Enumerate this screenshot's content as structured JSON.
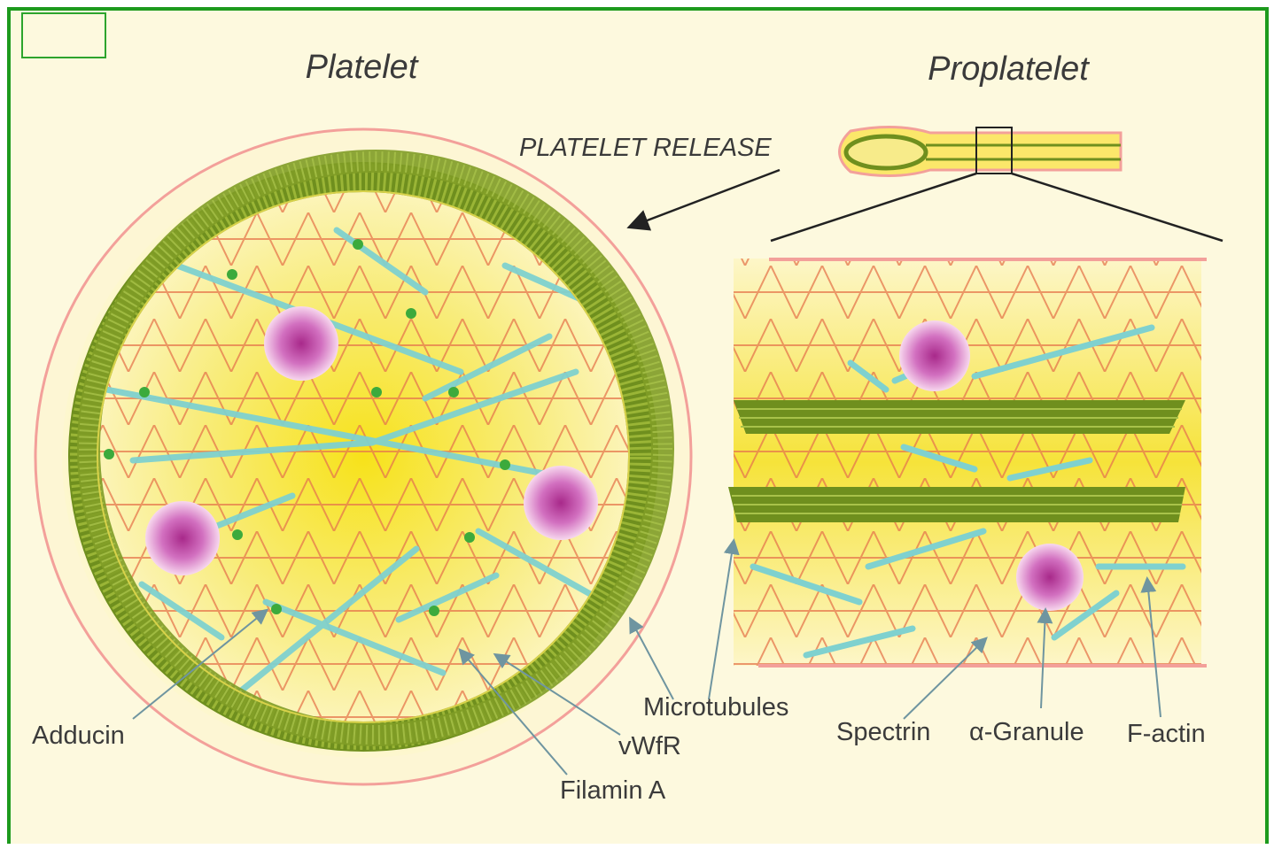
{
  "titles": {
    "platelet": "Platelet",
    "proplatelet": "Proplatelet"
  },
  "release_label": "PLATELET RELEASE",
  "labels": {
    "adducin": "Adducin",
    "microtubules": "Microtubules",
    "vwfr": "vWfR",
    "filamin_a": "Filamin A",
    "spectrin": "Spectrin",
    "alpha_granule": "α-Granule",
    "f_actin": "F-actin"
  },
  "colors": {
    "frame": "#1d9a1d",
    "background": "#fdf9de",
    "spectrin": "#e06a45",
    "microtubule": "#6f8f1e",
    "f_actin": "#7fd1cf",
    "granule": "#c84fa8",
    "membrane": "#f3a09a",
    "adducin": "#3caa3c"
  },
  "icons": [
    "granule-icon",
    "microtubule-coil-icon"
  ]
}
